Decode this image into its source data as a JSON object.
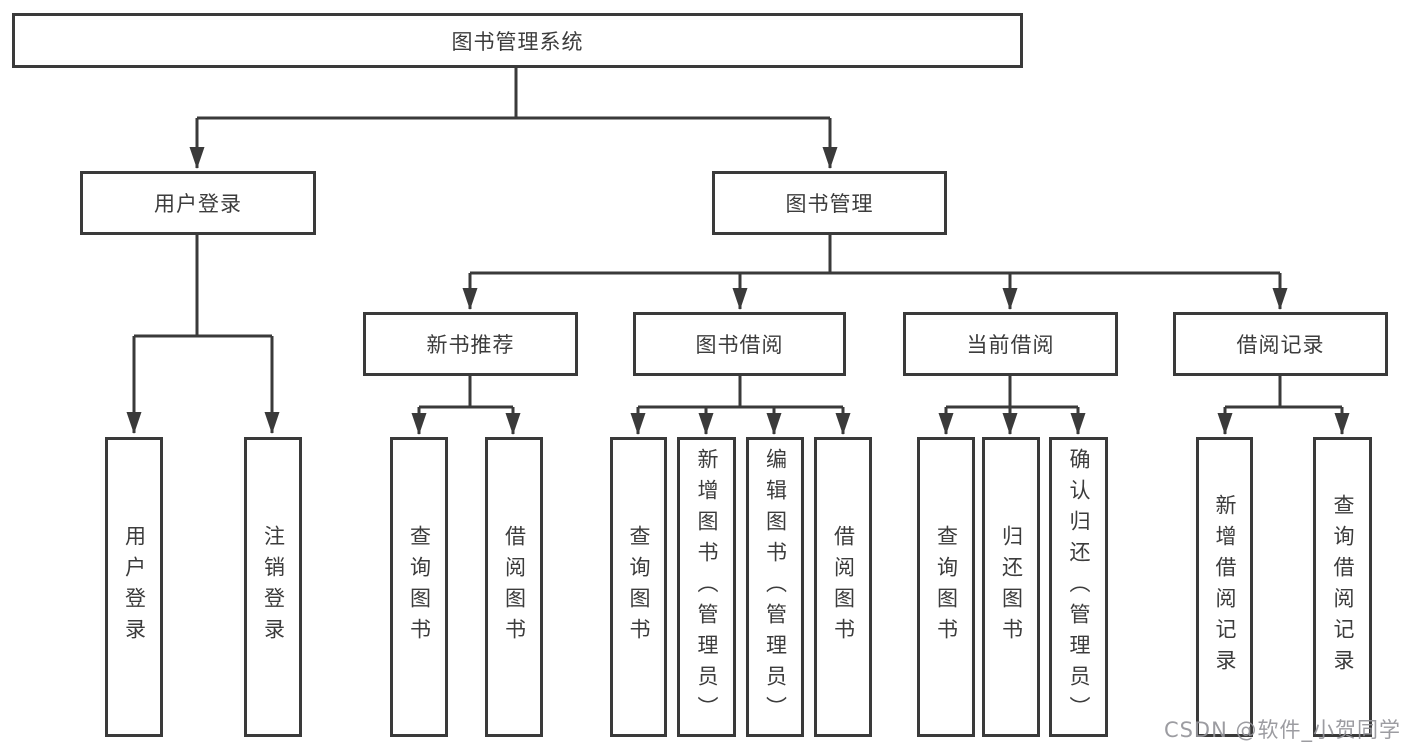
{
  "diagram": {
    "type": "tree",
    "title": "图书管理系统",
    "root": {
      "label": "图书管理系统"
    },
    "level2": [
      {
        "id": "user-login",
        "label": "用户登录",
        "parent": "图书管理系统"
      },
      {
        "id": "book-management",
        "label": "图书管理",
        "parent": "图书管理系统"
      }
    ],
    "level3": [
      {
        "id": "new-book-recommend",
        "label": "新书推荐",
        "parent": "图书管理"
      },
      {
        "id": "book-borrow",
        "label": "图书借阅",
        "parent": "图书管理"
      },
      {
        "id": "current-borrow",
        "label": "当前借阅",
        "parent": "图书管理"
      },
      {
        "id": "borrow-record",
        "label": "借阅记录",
        "parent": "图书管理"
      }
    ],
    "leaves": [
      {
        "label": "用户登录",
        "parent": "用户登录"
      },
      {
        "label": "注销登录",
        "parent": "用户登录"
      },
      {
        "label": "查询图书",
        "parent": "新书推荐"
      },
      {
        "label": "借阅图书",
        "parent": "新书推荐"
      },
      {
        "label": "查询图书",
        "parent": "图书借阅"
      },
      {
        "label": "新增图书（管理员）",
        "parent": "图书借阅"
      },
      {
        "label": "编辑图书（管理员）",
        "parent": "图书借阅"
      },
      {
        "label": "借阅图书",
        "parent": "图书借阅"
      },
      {
        "label": "查询图书",
        "parent": "当前借阅"
      },
      {
        "label": "归还图书",
        "parent": "当前借阅"
      },
      {
        "label": "确认归还（管理员）",
        "parent": "当前借阅"
      },
      {
        "label": "新增借阅记录",
        "parent": "借阅记录"
      },
      {
        "label": "查询借阅记录",
        "parent": "借阅记录"
      }
    ]
  },
  "watermark": {
    "text": "CSDN @软件_小贺同学"
  },
  "colors": {
    "line": "#3a3a3a",
    "text": "#3c3c3c",
    "background": "#ffffff",
    "watermark": "#949499"
  }
}
